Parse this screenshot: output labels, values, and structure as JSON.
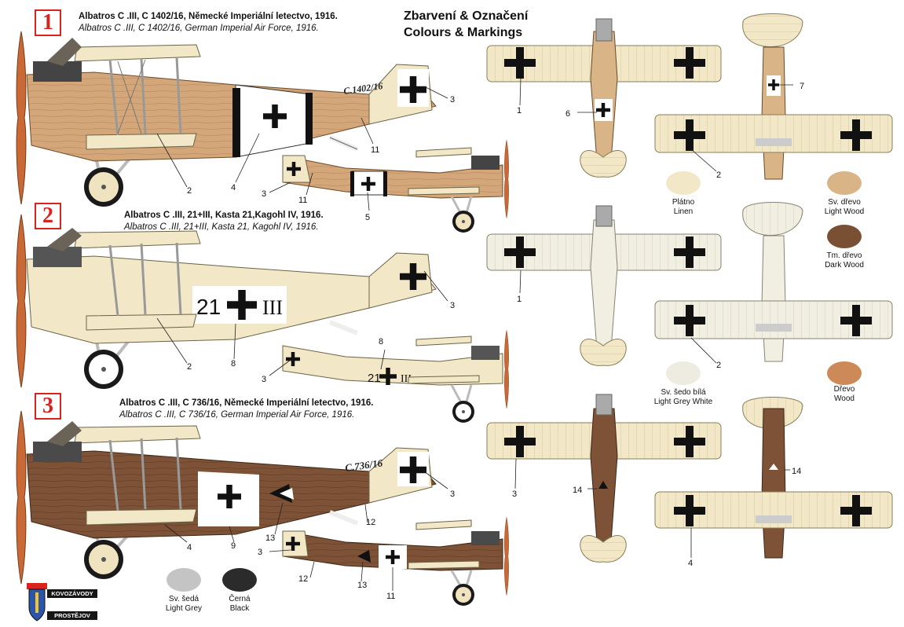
{
  "heading": {
    "cz": "Zbarvení & Označení",
    "en": "Colours & Markings"
  },
  "schemes": [
    {
      "num": "1",
      "title_cz": "Albatros C .III, C 1402/16, Německé Imperiální letectvo, 1916.",
      "title_en": "Albatros C .III, C 1402/16, German Imperial Air Force, 1916.",
      "serial": "C.1402/16"
    },
    {
      "num": "2",
      "title_cz": "Albatros C .III, 21+III, Kasta 21,Kagohl IV, 1916.",
      "title_en": "Albatros C .III, 21+III, Kasta 21, Kagohl IV, 1916.",
      "fuselage_code_a": "21",
      "fuselage_code_b": "III"
    },
    {
      "num": "3",
      "title_cz": "Albatros C .III, C 736/16, Německé Imperiální letectvo, 1916.",
      "title_en": "Albatros C .III, C 736/16, German Imperial Air Force, 1916.",
      "serial": "C.736/16"
    }
  ],
  "swatches": [
    {
      "name_cz": "Plátno",
      "name_en": "Linen",
      "color": "#f2e8c8"
    },
    {
      "name_cz": "Sv. dřevo",
      "name_en": "Light Wood",
      "color": "#d8b487"
    },
    {
      "name_cz": "Tm. dřevo",
      "name_en": "Dark Wood",
      "color": "#7a5035"
    },
    {
      "name_cz": "Sv. šedo bílá",
      "name_en": "Light Grey White",
      "color": "#eeebe0"
    },
    {
      "name_cz": "Dřevo",
      "name_en": "Wood",
      "color": "#cd8a58"
    },
    {
      "name_cz": "Sv. šedá",
      "name_en": "Light Grey",
      "color": "#c4c4c4"
    },
    {
      "name_cz": "Černá",
      "name_en": "Black",
      "color": "#2b2b2b"
    }
  ],
  "callouts": [
    "1",
    "2",
    "3",
    "4",
    "5",
    "6",
    "7",
    "8",
    "9",
    "11",
    "12",
    "13",
    "14"
  ],
  "logo": {
    "line1": "KOVOZÁVODY",
    "line2": "PROSTĚJOV"
  },
  "colors": {
    "scheme_number_red": "#d8231f",
    "linen": "#f2e8c8",
    "wood": "#cd8a58",
    "dark_wood": "#7a5035",
    "cross_black": "#111111"
  }
}
